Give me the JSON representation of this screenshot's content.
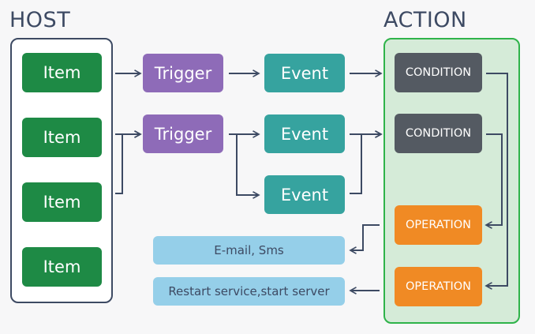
{
  "labels": {
    "host_title": "HOST",
    "action_title": "ACTION"
  },
  "host": {
    "items": [
      "Item",
      "Item",
      "Item",
      "Item"
    ]
  },
  "triggers": [
    "Trigger",
    "Trigger"
  ],
  "events": [
    "Event",
    "Event",
    "Event"
  ],
  "action": {
    "conditions": [
      "CONDITION",
      "CONDITION"
    ],
    "operations": [
      "OPERATION",
      "OPERATION"
    ]
  },
  "outputs": [
    "E-mail, Sms",
    "Restart service,start server"
  ],
  "colors": {
    "item": "#1e8a45",
    "trigger": "#8e6bb8",
    "event": "#36a39f",
    "condition": "#545a62",
    "operation": "#f08a24",
    "output": "#95cfe9",
    "action_border": "#2fb34a",
    "action_fill": "#d5ebd8",
    "line": "#3d4a63"
  }
}
